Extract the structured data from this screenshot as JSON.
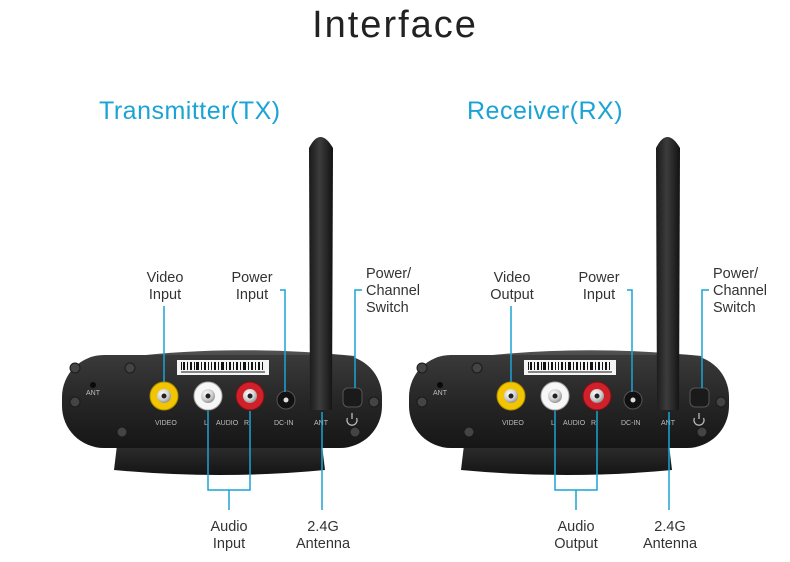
{
  "title": "Interface",
  "tx": {
    "heading": "Transmitter(TX)",
    "labels": {
      "video": [
        "Video",
        "Input"
      ],
      "power": [
        "Power",
        "Input"
      ],
      "switch": [
        "Power/",
        "Channel",
        "Switch"
      ],
      "audio": [
        "Audio",
        "Input"
      ],
      "antenna": [
        "2.4G",
        "Antenna"
      ]
    },
    "panel": {
      "ant": "ANT",
      "video": "VIDEO",
      "l": "L",
      "audio": "AUDIO",
      "r": "R",
      "dcin": "DC-IN",
      "ant2": "ANT"
    }
  },
  "rx": {
    "heading": "Receiver(RX)",
    "labels": {
      "video": [
        "Video",
        "Output"
      ],
      "power": [
        "Power",
        "Input"
      ],
      "switch": [
        "Power/",
        "Channel",
        "Switch"
      ],
      "audio": [
        "Audio",
        "Output"
      ],
      "antenna": [
        "2.4G",
        "Antenna"
      ]
    },
    "panel": {
      "ant": "ANT",
      "video": "VIDEO",
      "l": "L",
      "audio": "AUDIO",
      "r": "R",
      "dcin": "DC-IN",
      "ant2": "ANT"
    }
  },
  "colors": {
    "accent": "#1ba3d6",
    "video_jack": "#f2c500",
    "left_jack": "#ffffff",
    "right_jack": "#d0202a",
    "body": "#262626"
  }
}
